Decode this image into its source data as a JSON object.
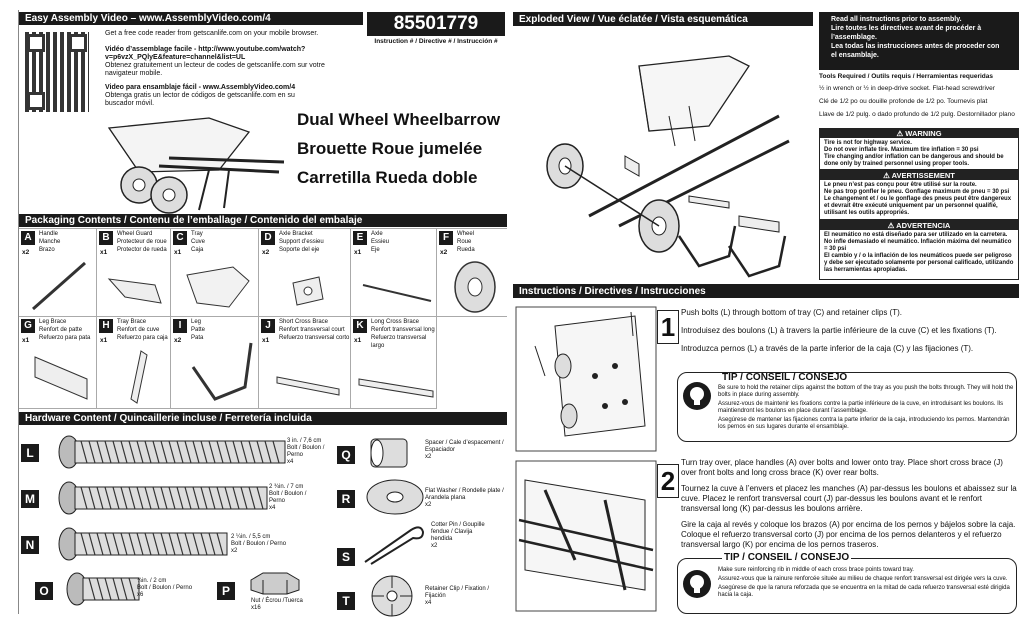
{
  "header": {
    "video_title": "Easy Assembly Video – www.AssemblyVideo.com/4",
    "code_reader": "Get a free code reader from getscanlife.com on your mobile browser.",
    "fr_video": "Vidéo d’assemblage facile - http://www.youtube.com/watch?v=p6vzX_PQlyE&feature=channel&list=UL",
    "fr_reader": "Obtenez gratuitement un lecteur de codes de getscanlife.com sur votre navigateur mobile.",
    "es_video": "Video para ensamblaje fácil - www.AssemblyVideo.com/4",
    "es_reader": "Obtenga gratis un lector de códigos de getscanlife.com en su buscador móvil.",
    "instruction_number": "85501779",
    "instruction_label": "Instruction # / Directive # / Instrucción #"
  },
  "titles": [
    "Dual Wheel Wheelbarrow",
    "Brouette Roue jumelée",
    "Carretilla Rueda doble"
  ],
  "packaging": {
    "heading": "Packaging Contents / Contenu de l’emballage / Contenido del embalaje",
    "parts": [
      {
        "letter": "A",
        "names": [
          "Handle",
          "Manche",
          "Brazo"
        ],
        "qty": "x2"
      },
      {
        "letter": "B",
        "names": [
          "Wheel Guard",
          "Protecteur de roue",
          "Protector de rueda"
        ],
        "qty": "x1"
      },
      {
        "letter": "C",
        "names": [
          "Tray",
          "Cuve",
          "Caja"
        ],
        "qty": "x1"
      },
      {
        "letter": "D",
        "names": [
          "Axle Bracket",
          "Support d’essieu",
          "Soporte del eje"
        ],
        "qty": "x2"
      },
      {
        "letter": "E",
        "names": [
          "Axle",
          "Essieu",
          "Eje"
        ],
        "qty": "x1"
      },
      {
        "letter": "F",
        "names": [
          "Wheel",
          "Roue",
          "Rueda"
        ],
        "qty": "x2"
      },
      {
        "letter": "G",
        "names": [
          "Leg Brace",
          "Renfort de patte",
          "Refuerzo para pata"
        ],
        "qty": "x1"
      },
      {
        "letter": "H",
        "names": [
          "Tray Brace",
          "Renfort de cuve",
          "Refuerzo para caja"
        ],
        "qty": "x1"
      },
      {
        "letter": "I",
        "names": [
          "Leg",
          "Patte",
          "Pata"
        ],
        "qty": "x2"
      },
      {
        "letter": "J",
        "names": [
          "Short Cross Brace",
          "Renfort transversal court",
          "Refuerzo transversal corto"
        ],
        "qty": "x1"
      },
      {
        "letter": "K",
        "names": [
          "Long Cross Brace",
          "Renfort transversal long",
          "Refuerzo transversal largo"
        ],
        "qty": "x1"
      }
    ]
  },
  "hardware": {
    "heading": "Hardware Content / Quincaillerie incluse / Ferretería incluida",
    "items": [
      {
        "letter": "L",
        "desc": [
          "3 in. / 7,6 cm",
          "Bolt / Boulon /",
          "Perno"
        ],
        "qty": "x4"
      },
      {
        "letter": "M",
        "desc": [
          "2 ¾in. / 7 cm",
          "Bolt / Boulon /",
          "Perno"
        ],
        "qty": "x4"
      },
      {
        "letter": "N",
        "desc": [
          "2 ¼in. / 5,5 cm",
          "Bolt / Boulon / Perno"
        ],
        "qty": "x2"
      },
      {
        "letter": "O",
        "desc": [
          "¾in. / 2 cm",
          "Bolt / Boulon / Perno"
        ],
        "qty": "x6"
      },
      {
        "letter": "P",
        "desc": [
          "Nut / Écrou /Tuerca"
        ],
        "qty": "x16"
      },
      {
        "letter": "Q",
        "desc": [
          "Spacer / Cale d’espacement /",
          "Espaciador"
        ],
        "qty": "x2"
      },
      {
        "letter": "R",
        "desc": [
          "Flat Washer / Rondelle plate /",
          "Arandela plana"
        ],
        "qty": "x2"
      },
      {
        "letter": "S",
        "desc": [
          "Cotter Pin / Goupille",
          "fendue / Clavija",
          "hendida"
        ],
        "qty": "x2"
      },
      {
        "letter": "T",
        "desc": [
          "Retainer Clip / Fixation /",
          "Fijación"
        ],
        "qty": "x4"
      }
    ]
  },
  "exploded": {
    "heading": "Exploded View / Vue éclatée / Vista esquemática",
    "read_all": [
      "Read all instructions prior to assembly.",
      "Lire toutes les directives avant de procéder à l’assemblage.",
      "Lea todas las instrucciones antes de proceder con el ensamblaje."
    ]
  },
  "tools": {
    "heading": "Tools Required / Outils requis / Herramientas requeridas",
    "lines": [
      "½ in wrench or ½ in deep-drive socket. Flat-head screwdriver",
      "Clé de 1/2 po ou douille profonde de 1/2 po. Tournevis plat",
      "Llave de 1/2 pulg. o dado profundo de 1/2 pulg. Destornillador plano"
    ]
  },
  "warnings": [
    {
      "title": "⚠ WARNING",
      "lines": [
        "Tire is not for highway service.",
        "Do not over inflate tire. Maximum tire inflation = 30 psi",
        "Tire changing and/or inflation can be dangerous and should be done only by trained personnel using proper tools."
      ]
    },
    {
      "title": "⚠ AVERTISSEMENT",
      "lines": [
        "Le pneu n’est pas conçu pour être utilisé sur la route.",
        "Ne pas trop gonfler le pneu.  Gonflage maximum de pneu = 30 psi",
        "Le changement  et / ou le gonflage des pneus peut être dangereux et devrait être exécuté uniquement par un personnel qualifié, utilisant les outils appropriés."
      ]
    },
    {
      "title": "⚠ ADVERTENCIA",
      "lines": [
        "El neumático no está diseñado para ser utilizado en la carretera.",
        "No infle demasiado el neumático. Inflación máxima del neumático = 30 psi",
        "El cambio y / o  la inflación de los neumáticos puede ser peligroso y debe ser  ejecutado solamente por personal calificado, utilizando las herramientas apropiadas."
      ]
    }
  ],
  "instructions": {
    "heading": "Instructions / Directives / Instrucciones",
    "steps": [
      {
        "number": "1",
        "text": [
          "Push bolts (L) through bottom of tray (C) and retainer clips (T).",
          "Introduisez des boulons (L) à travers la partie inférieure de la cuve (C) et les fixations (T).",
          "Introduzca pernos (L) a través de la parte inferior de la caja (C) y las fijaciones (T)."
        ],
        "tip_title": "TIP / CONSEIL / CONSEJO",
        "tip": [
          "Be sure to hold the retainer clips against the bottom of the tray as you push the bolts through. They will hold the bolts in place during assembly.",
          "Assurez-vous de maintenir les fixations contre la partie inférieure de la cuve, en introduisant les boulons. Ils maintiendront les boulons en place durant l’assemblage.",
          "Asegúrese de mantener las fijaciones contra la parte inferior de la caja, introduciendo los pernos. Mantendrán los pernos en sus lugares durante el ensamblaje."
        ]
      },
      {
        "number": "2",
        "text": [
          "Turn tray over, place handles (A) over bolts and lower onto tray. Place short cross brace (J) over front bolts and long cross brace (K) over rear bolts.",
          "Tournez la cuve à l’envers et placez les manches (A) par-dessus les boulons et abaissez sur la cuve. Placez le renfort transversal court (J) par-dessus les boulons avant et le renfort transversal long (K) par-dessus les boulons arrière.",
          "Gire la caja al revés y coloque los brazos (A) por encima de los pernos y bájelos sobre la caja. Coloque el refuerzo transversal corto (J) por encima de los pernos delanteros y el refuerzo transversal largo (K) por encima de los pernos traseros."
        ],
        "tip_title": "TIP / CONSEIL / CONSEJO",
        "tip": [
          "Make sure reinforcing rib in middle of each cross brace points toward tray.",
          "Assurez-vous que la rainure renforcée située au milieu de chaque renfort transversal est dirigée vers la cuve.",
          "Asegúrese de que la ranura reforzada que se encuentra en la mitad de cada refuerzo transversal esté dirigida hacia la caja."
        ]
      }
    ]
  }
}
